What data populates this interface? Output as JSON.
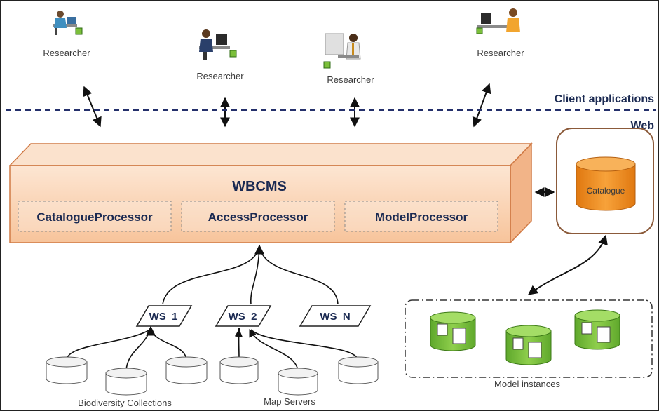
{
  "researchers": [
    {
      "label": "Researcher"
    },
    {
      "label": "Researcher"
    },
    {
      "label": "Researcher"
    },
    {
      "label": "Researcher"
    }
  ],
  "layers": {
    "client": "Client applications",
    "web": "Web"
  },
  "wbcms": {
    "title": "WBCMS",
    "processors": [
      "CatalogueProcessor",
      "AccessProcessor",
      "ModelProcessor"
    ]
  },
  "catalogue": {
    "label": "Catalogue"
  },
  "web_services": [
    "WS_1",
    "WS_2",
    "WS_N"
  ],
  "sources": {
    "biodiversity": "Biodiversity Collections",
    "map_servers": "Map Servers"
  },
  "model_instances": {
    "label": "Model instances"
  },
  "colors": {
    "box_fill": "#fbd3b4",
    "box_stroke": "#d07a45",
    "catalogue_fill": "#f08c1c",
    "model_fill": "#7bbf3a",
    "dark_text": "#1b2a52",
    "dashed_line": "#24306b"
  }
}
